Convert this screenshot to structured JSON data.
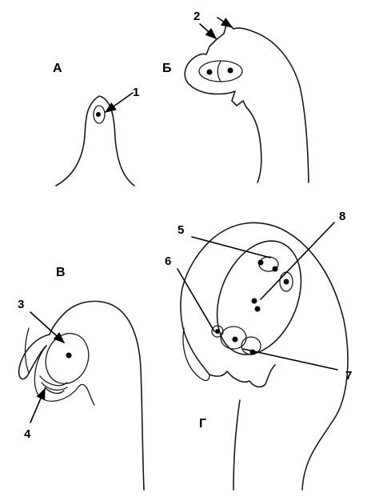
{
  "stages": [
    "А",
    "Б",
    "В",
    "Г"
  ],
  "labels": [
    "1",
    "2",
    "3",
    "4",
    "5",
    "6",
    "7",
    "8"
  ],
  "colors": {
    "line": "#1a1a1a",
    "background": "#ffffff"
  }
}
